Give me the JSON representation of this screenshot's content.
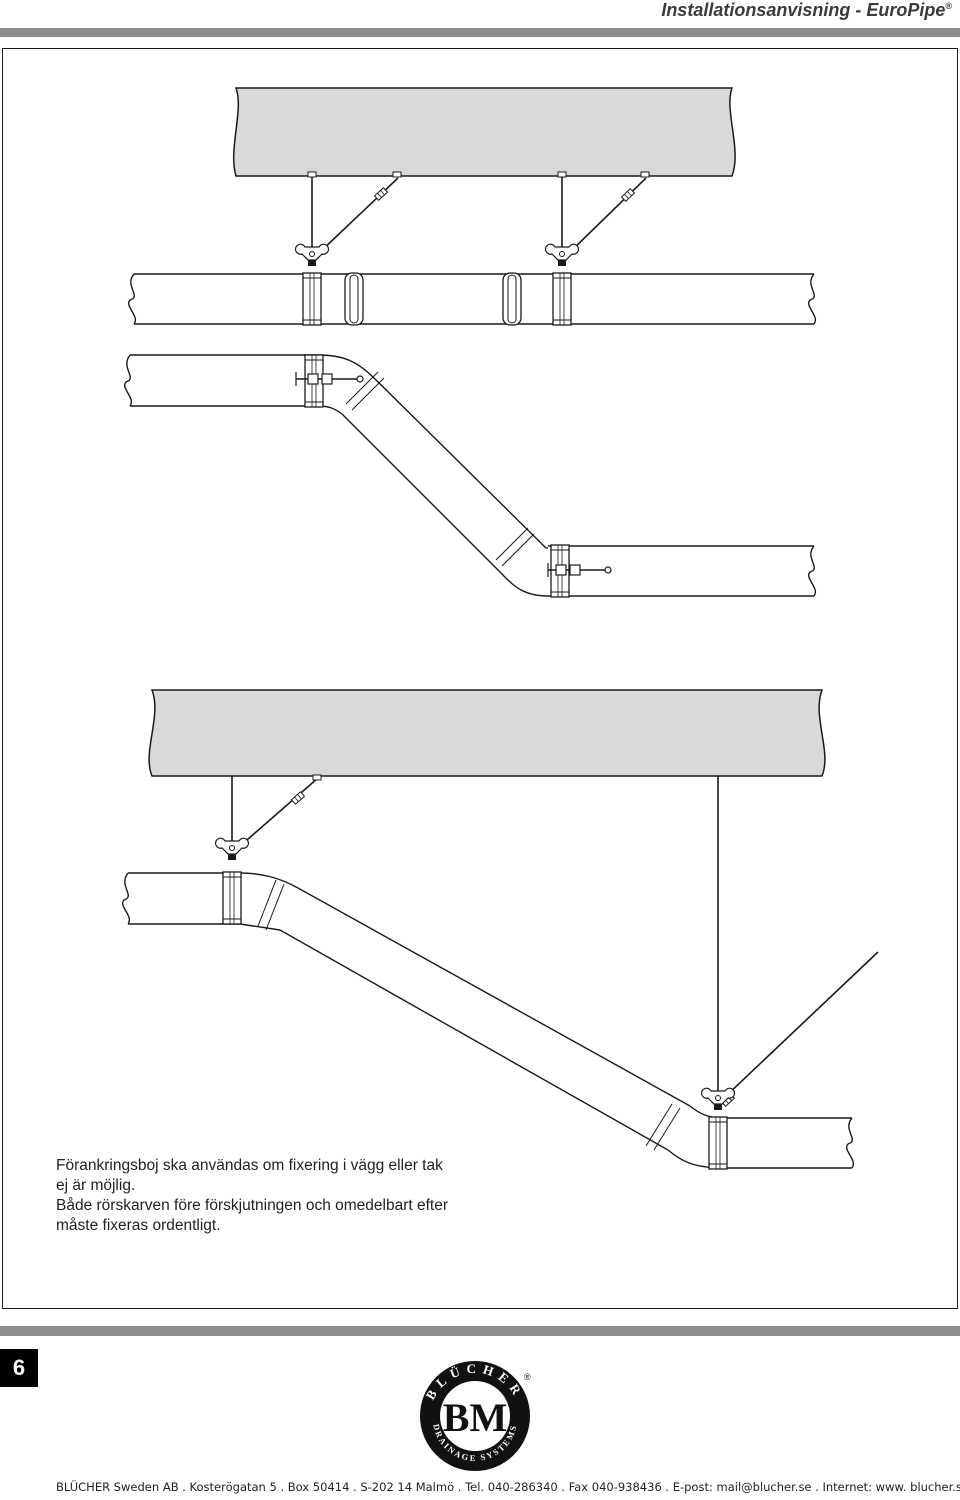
{
  "header": {
    "title": "Installationsanvisning - EuroPipe",
    "registered_mark": "®"
  },
  "caption": {
    "lines": [
      "Förankringsboj ska användas om fixering i vägg eller tak",
      "ej är möjlig.",
      "Både rörskarven före förskjutningen och omedelbart efter",
      "måste fixeras ordentligt."
    ]
  },
  "page_number": "6",
  "logo": {
    "ring_top_text": "BLÜCHER",
    "ring_bottom_text": "DRAINAGE SYSTEMS",
    "monogram": "BM",
    "registered_mark": "®"
  },
  "footer": {
    "address": "BLÜCHER Sweden AB . Kosterögatan 5 . Box 50414 . S-202 14 Malmö . Tel. 040-286340 . Fax 040-938436 . E-post: mail@blucher.se . Internet: www. blucher.se"
  },
  "colors": {
    "ceiling_fill": "#d9d9d9",
    "bar_grey": "#8e8e8e",
    "line": "#1a1a1a"
  }
}
